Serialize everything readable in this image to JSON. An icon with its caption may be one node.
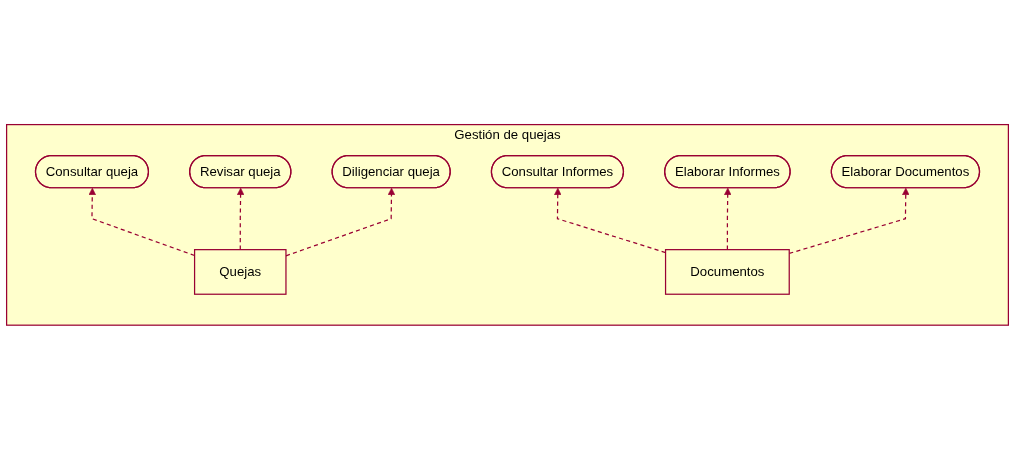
{
  "diagram": {
    "nodes": [
      {
        "text": [
          "Gestión de quejas"
        ]
      },
      {
        "text": [
          "Consultar queja"
        ],
        "in": 0
      },
      {
        "text": [
          "Revisar queja"
        ],
        "in": 0
      },
      {
        "text": [
          "Diligenciar queja"
        ],
        "in": 0
      },
      {
        "text": [
          "Consultar Informes"
        ],
        "in": 0
      },
      {
        "text": [
          "Elaborar Informes"
        ],
        "in": 0
      },
      {
        "text": [
          "Elaborar Documentos"
        ],
        "in": 0
      },
      {
        "text": [
          "Quejas"
        ],
        "in": 0
      },
      {
        "text": [
          "Documentos"
        ],
        "in": 0
      }
    ],
    "edges": [
      {
        "from": 7,
        "to": 1,
        "arrow": "to",
        "style": "dashed"
      },
      {
        "from": 7,
        "to": 2,
        "arrow": "to",
        "style": "dashed"
      },
      {
        "from": 7,
        "to": 3,
        "arrow": "to",
        "style": "dashed"
      },
      {
        "from": 8,
        "to": 4,
        "arrow": "to",
        "style": "dashed"
      },
      {
        "from": 8,
        "to": 5,
        "arrow": "to",
        "style": "dashed"
      },
      {
        "from": 8,
        "to": 6,
        "arrow": "to",
        "style": "dashed"
      }
    ]
  }
}
